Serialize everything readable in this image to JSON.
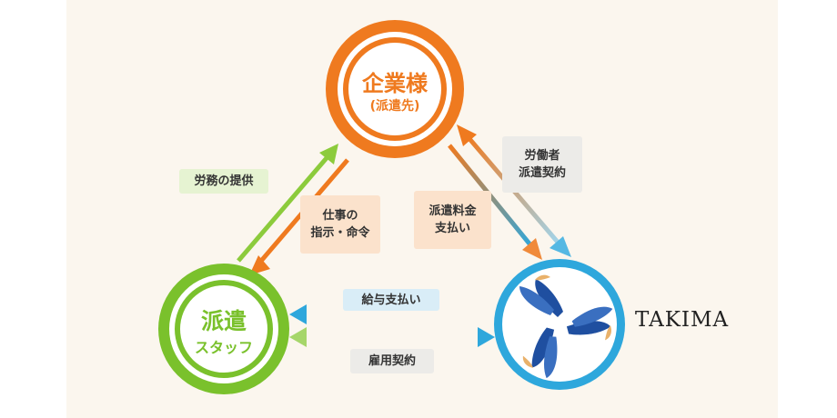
{
  "nodes": {
    "client": {
      "title": "企業様",
      "subtitle": "(派遣先)",
      "color": "#ef7a1f"
    },
    "staff": {
      "title": "派遣",
      "subtitle": "スタッフ",
      "color": "#7ac12c"
    },
    "agency": {
      "name": "TAKIMA",
      "color": "#2ea7dc",
      "logo_color": "#1f4fa0"
    }
  },
  "labels": {
    "labor_provision": "労務の提供",
    "work_instructions": [
      "仕事の",
      "指示・命令"
    ],
    "dispatch_fee": [
      "派遣料金",
      "支払い"
    ],
    "dispatch_contract": [
      "労働者",
      "派遣契約"
    ],
    "salary_payment": "給与支払い",
    "employment_contract": "雇用契約"
  }
}
